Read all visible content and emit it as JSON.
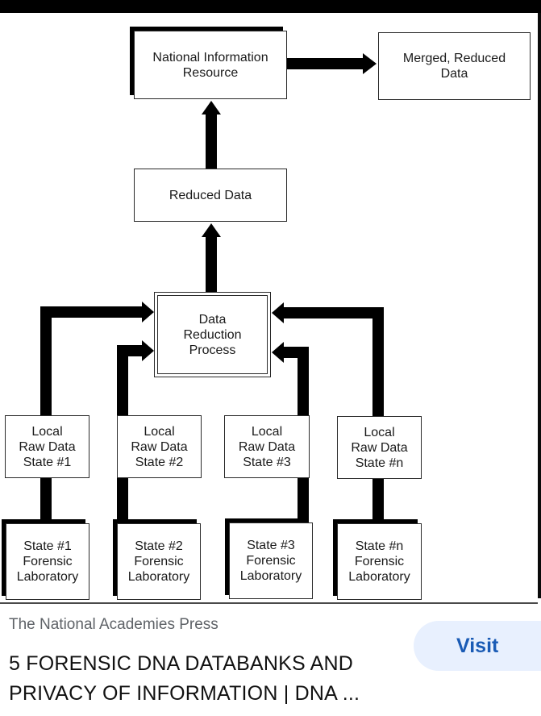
{
  "diagram": {
    "nodes": {
      "national_info": "National Information\nResource",
      "merged": "Merged, Reduced\nData",
      "reduced": "Reduced Data",
      "process": "Data\nReduction\nProcess",
      "local": [
        "Local\nRaw Data\nState #1",
        "Local\nRaw Data\nState #2",
        "Local\nRaw Data\nState #3",
        "Local\nRaw Data\nState #n"
      ],
      "labs": [
        "State #1\nForensic\nLaboratory",
        "State #2\nForensic\nLaboratory",
        "State #3\nForensic\nLaboratory",
        "State #n\nForensic\nLaboratory"
      ]
    },
    "edges": [
      {
        "from": "national_info",
        "to": "merged"
      },
      {
        "from": "reduced",
        "to": "national_info"
      },
      {
        "from": "process",
        "to": "reduced"
      },
      {
        "from": "local_1",
        "to": "process"
      },
      {
        "from": "local_2",
        "to": "process"
      },
      {
        "from": "local_3",
        "to": "process"
      },
      {
        "from": "local_n",
        "to": "process"
      },
      {
        "from": "lab_1",
        "to": "local_1"
      },
      {
        "from": "lab_2",
        "to": "local_2"
      },
      {
        "from": "lab_3",
        "to": "local_3"
      },
      {
        "from": "lab_n",
        "to": "local_n"
      }
    ]
  },
  "result": {
    "source": "The National Academies Press",
    "title": "5 FORENSIC DNA DATABANKS AND PRIVACY OF INFORMATION | DNA ...",
    "visit_label": "Visit"
  },
  "colors": {
    "visit_bg": "#e8f0fe",
    "visit_text": "#1a5bb5",
    "source_text": "#5f6368"
  }
}
